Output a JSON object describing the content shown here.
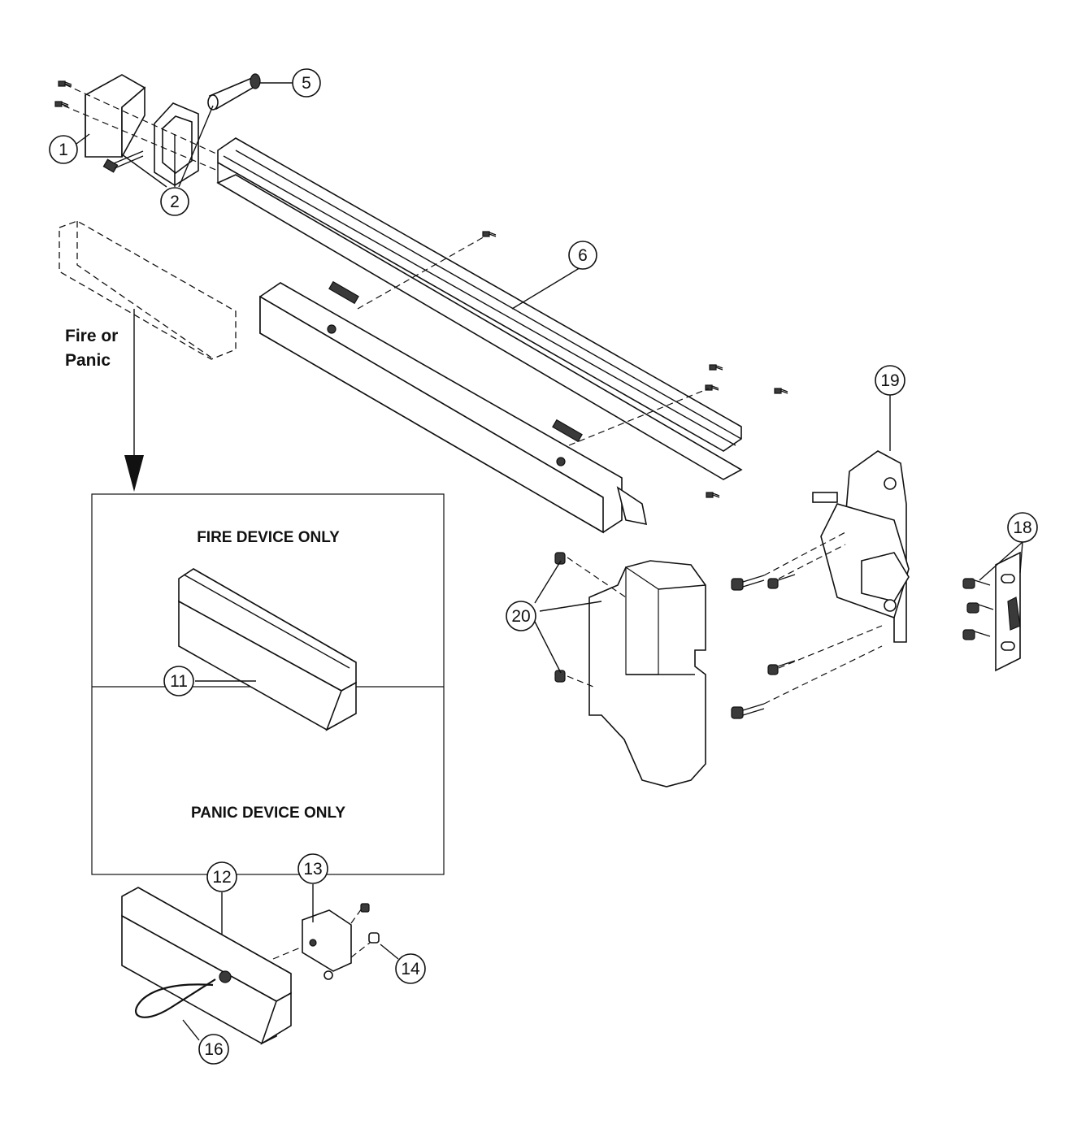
{
  "diagram": {
    "route_label_line1": "Fire or",
    "route_label_line2": "Panic",
    "panels": {
      "fire": {
        "title": "FIRE DEVICE ONLY"
      },
      "panic": {
        "title": "PANIC DEVICE ONLY"
      }
    },
    "callouts": [
      {
        "id": "c1",
        "number": "1"
      },
      {
        "id": "c2",
        "number": "2"
      },
      {
        "id": "c5",
        "number": "5"
      },
      {
        "id": "c6",
        "number": "6"
      },
      {
        "id": "c11",
        "number": "11"
      },
      {
        "id": "c12",
        "number": "12"
      },
      {
        "id": "c13",
        "number": "13"
      },
      {
        "id": "c14",
        "number": "14"
      },
      {
        "id": "c16",
        "number": "16"
      },
      {
        "id": "c18",
        "number": "18"
      },
      {
        "id": "c19",
        "number": "19"
      },
      {
        "id": "c20",
        "number": "20"
      }
    ]
  }
}
